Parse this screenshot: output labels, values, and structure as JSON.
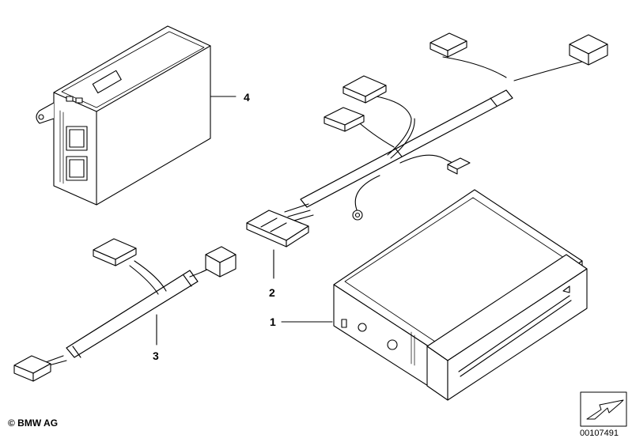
{
  "callouts": {
    "item_1": "1",
    "item_2": "2",
    "item_3": "3",
    "item_4": "4"
  },
  "footer": {
    "copyright": "© BMW AG",
    "diagram_number": "00107491"
  },
  "icons": {
    "nav_arrow": "arrow-icon"
  }
}
